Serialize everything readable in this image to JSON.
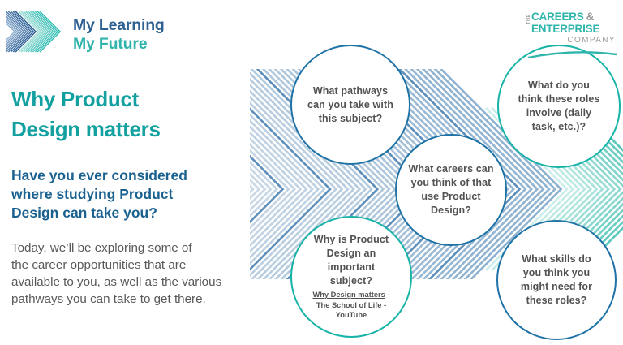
{
  "brand": {
    "line1": "My Learning",
    "line2": "My Future",
    "colors": {
      "text_line1": "#2e6091",
      "text_line2": "#2fb3aa",
      "chevron_blue_from": "#8fb0cf",
      "chevron_blue_to": "#2e5f97",
      "chevron_teal_from": "#9adcd6",
      "chevron_teal_to": "#2fbdb3"
    }
  },
  "cec": {
    "the": "THE",
    "careers": "CAREERS",
    "ampersand": "&",
    "enterprise": "ENTERPRISE",
    "company": "COMPANY",
    "teal": "#2fb5ac",
    "gray": "#9b9b9b"
  },
  "content": {
    "title": "Why Product\nDesign matters",
    "title_color": "#12a0a0",
    "subtitle": "Have you ever considered\nwhere studying Product\nDesign can take you?",
    "subtitle_color": "#1a6190",
    "body": "Today, we’ll be exploring some of\nthe career opportunities that are\navailable to you, as well as the various\npathways you can take to get there.",
    "body_color": "#595959"
  },
  "circles": [
    {
      "name": "pathways",
      "text": "What pathways\ncan you take with\nthis subject?",
      "border_color": "#1e72a6"
    },
    {
      "name": "roles",
      "text": "What do you\nthink these roles\ninvolve (daily\ntask, etc.)?",
      "border_color": "#17b3a7"
    },
    {
      "name": "careers",
      "text": "What careers can\nyou think of that\nuse Product\nDesign?",
      "border_color": "#1e72a6"
    },
    {
      "name": "importance",
      "text": "Why is Product\nDesign an\nimportant\nsubject?",
      "link_text": "Why Design matters",
      "link_suffix": " -\nThe School of Life -\nYouTube",
      "border_color": "#17b3a7"
    },
    {
      "name": "skills",
      "text": "What skills do\nyou think you\nmight need for\nthese roles?",
      "border_color": "#1e72a6"
    }
  ],
  "background_pattern": {
    "blue_light": "#ccdae7",
    "blue_mid": "#8fb2d0",
    "blue_dark": "#5e90bb",
    "teal_light": "#cdeeea",
    "teal_dark": "#5ec9be"
  },
  "circle_text_color": "#525254"
}
